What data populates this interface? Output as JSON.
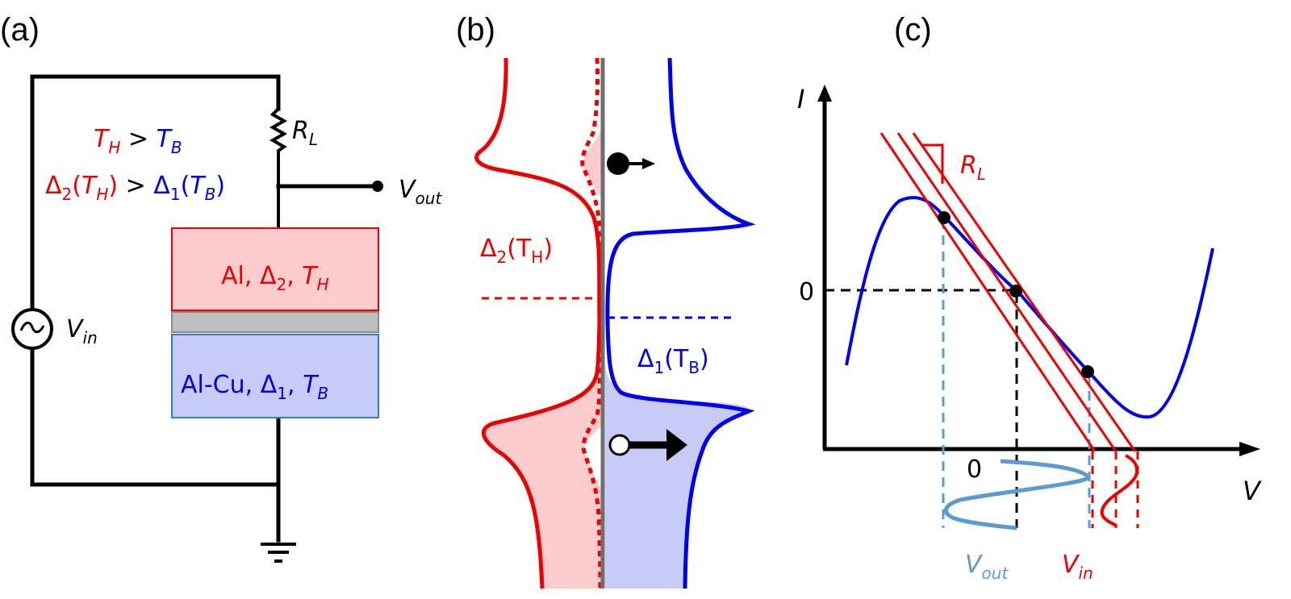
{
  "colors": {
    "hot": "#ee0000",
    "hot_fill": "#fccbcb",
    "cold": "#0000ee",
    "cold_fill": "#c9cbf7",
    "barrier": "#bfbfbf",
    "barrier_line": "#6e6e6e",
    "output_wave": "#5b9bd5",
    "wire": "#000000"
  },
  "panel_a": {
    "label": "(a)",
    "condition1": {
      "lhs": "T",
      "lhs_sub": "H",
      "op": " > ",
      "rhs": "T",
      "rhs_sub": "B"
    },
    "condition2": {
      "lhs_delta": "Δ",
      "lhs_delta_sub": "2",
      "lhs_open": "(",
      "lhs_T": "T",
      "lhs_T_sub": "H",
      "lhs_close": ")",
      "op": " > ",
      "rhs_delta": "Δ",
      "rhs_delta_sub": "1",
      "rhs_open": "(",
      "rhs_T": "T",
      "rhs_T_sub": "B",
      "rhs_close": ")"
    },
    "resistor": {
      "symbol": "R",
      "sub": "L"
    },
    "output_terminal": {
      "symbol": "V",
      "sub": "out"
    },
    "source": {
      "symbol": "V",
      "sub": "in",
      "glyph": "~"
    },
    "top_layer": {
      "material": "Al, ",
      "gap": "Δ",
      "gap_sub": "2",
      "sep": ", ",
      "temp": "T",
      "temp_sub": "H"
    },
    "bottom_layer": {
      "material": "Al-Cu, ",
      "gap": "Δ",
      "gap_sub": "1",
      "sep": ", ",
      "temp": "T",
      "temp_sub": "B"
    }
  },
  "panel_b": {
    "label": "(b)",
    "hot_gap_label": {
      "delta": "Δ",
      "delta_sub": "2",
      "open": "(T",
      "T_sub": "H",
      "close": ")"
    },
    "cold_gap_label": {
      "delta": "Δ",
      "delta_sub": "1",
      "open": "(T",
      "T_sub": "B",
      "close": ")"
    },
    "carriers": [
      {
        "type": "electron",
        "fill": "filled",
        "direction": "right",
        "arrow": "small"
      },
      {
        "type": "hole",
        "fill": "open",
        "direction": "right",
        "arrow": "large"
      }
    ]
  },
  "panel_c": {
    "label": "(c)",
    "y_axis_label": "I",
    "x_axis_label": "V",
    "y_zero_label": "0",
    "x_zero_label": "0",
    "load_line_label": {
      "symbol": "R",
      "sub": "L"
    },
    "output_wave_label": {
      "symbol": "V",
      "sub": "out"
    },
    "input_wave_label": {
      "symbol": "V",
      "sub": "in"
    },
    "load_line_count": 3,
    "operating_point_count": 3
  }
}
